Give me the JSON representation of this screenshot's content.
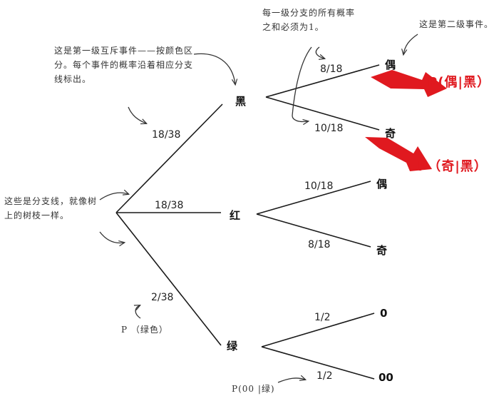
{
  "colors": {
    "line": "#1a1a1a",
    "accent": "#e0191f",
    "note": "#333333"
  },
  "diagram": {
    "root_branches": [
      {
        "node": "黑",
        "prob": "18/38"
      },
      {
        "node": "红",
        "prob": "18/38"
      },
      {
        "node": "绿",
        "prob": "2/38"
      }
    ],
    "second_level": {
      "black": [
        {
          "node": "偶",
          "prob": "8/18"
        },
        {
          "node": "奇",
          "prob": "10/18"
        }
      ],
      "red": [
        {
          "node": "偶",
          "prob": "10/18"
        },
        {
          "node": "奇",
          "prob": "8/18"
        }
      ],
      "green": [
        {
          "node": "0",
          "prob": "1/2"
        },
        {
          "node": "00",
          "prob": "1/2"
        }
      ]
    },
    "callouts": [
      "P(偶|黑）",
      "P（奇|黑）"
    ]
  },
  "annotations": {
    "first_level": "这是第一级互斥事件——按颜色区分。每个事件的概率沿着相应分支线标出。",
    "second_sum": "每一级分支的所有概率之和必须为1。",
    "second_level": "这是第二级事件。",
    "branches": "这些是分支线，就像树上的树枝一样。",
    "p_green": "P （绿色）",
    "p_00": "P(00 |绿)"
  }
}
